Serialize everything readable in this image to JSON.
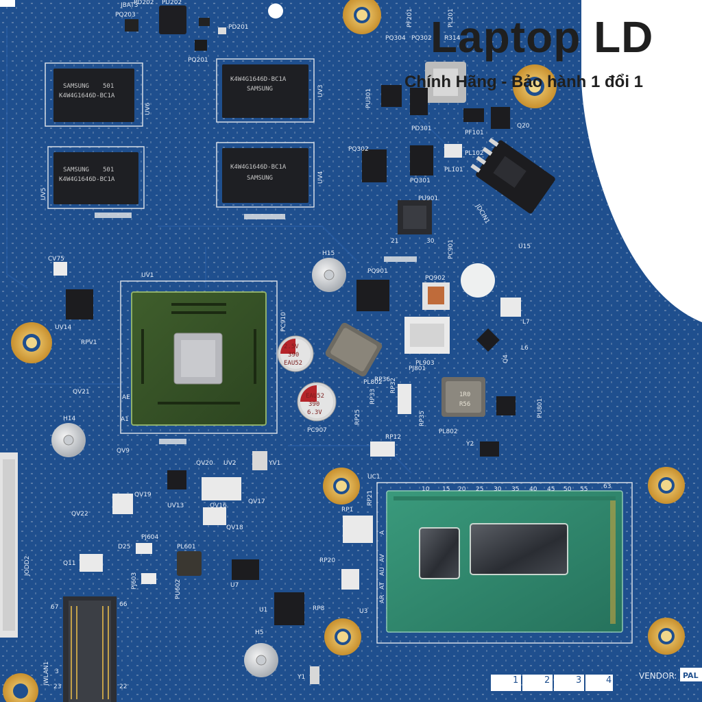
{
  "watermark": {
    "title": "Laptop LD",
    "subtitle": "Chính Hãng - Bảo hành 1 đổi 1"
  },
  "colors": {
    "pcb": "#1f4f8e",
    "pcb_dark": "#173f75",
    "gold": "#d9a441",
    "cpu_green": "#2f8a70",
    "gpu_green": "#3d5a2a",
    "white_bg": "#ffffff"
  },
  "silkscreen": {
    "pd202": "PD202",
    "jbat3": "JBAT3",
    "pu202": "PU202",
    "pd201": "PD201",
    "pq203": "PQ203",
    "pq201": "PQ201",
    "uv6": "UV6",
    "uv3": "UV3",
    "uv5": "UV5",
    "uv4": "UV4",
    "pq304": "PQ304",
    "pq302": "PQ302",
    "pq301": "PQ301",
    "pu301": "PU301",
    "pd301": "PD301",
    "pf201": "PF201",
    "pl201": "PL201",
    "pr314": "R314",
    "pf101": "PF101",
    "pl102": "PL102",
    "pl101": "PL101",
    "q20": "Q20",
    "jdcin1": "JDCIN1",
    "pu901": "PU901",
    "pu901_pin21": "21",
    "pu901_pin30": "30",
    "pq901": "PQ901",
    "pq902": "PQ902",
    "pc901": "PC901",
    "u15": "U15",
    "l7": "L7",
    "l6": "L6",
    "q4": "Q4",
    "h15": "H15",
    "cv75": "CV75",
    "uv1": "UV1",
    "uv14": "UV14",
    "rpv1": "RPV1",
    "qv21": "QV21",
    "h14": "H14",
    "qv9": "QV9",
    "gpu_ae": "AE",
    "gpu_a1": "A1",
    "pc910": "PC910",
    "pc907": "PC907",
    "pl802": "PL802",
    "pl903": "PL903",
    "pj801": "PJ801",
    "rp36": "RP36",
    "rp33": "RP33",
    "rp32": "RP32",
    "rp35": "RP35",
    "rp25": "RP25",
    "rp12": "RP12",
    "pl802b": "PL802",
    "pu801": "PU801",
    "y2": "Y2",
    "qv20": "QV20",
    "uv2": "UV2",
    "yv1": "YV1",
    "qv19": "QV19",
    "uv13": "UV13",
    "qv16": "QV16",
    "qv17": "QV17",
    "qv18": "QV18",
    "qv22": "QV22",
    "d25": "D25",
    "pj604": "PJ604",
    "pl601": "PL601",
    "q11": "Q11",
    "pj603": "PJ603",
    "pu602": "PU602",
    "u7": "U7",
    "u1": "U1",
    "h5": "H5",
    "y1": "Y1",
    "rp8": "RP8",
    "u3": "U3",
    "rp20": "RP20",
    "rp1": "RP1",
    "rp21": "RP21",
    "uc1": "UC1",
    "jodd2": "JODD2",
    "jwlan1": "JWLAN1",
    "pin67": "67",
    "pin66": "66",
    "pin3": "3",
    "pin23": "23",
    "pin22": "22",
    "vendor": "VENDOR:",
    "vendor_box": "PAL",
    "cpu_cols": [
      "10",
      "15",
      "20",
      "25",
      "30",
      "35",
      "40",
      "45",
      "50",
      "55"
    ],
    "cpu_63": "63",
    "cpu_row_a": "A",
    "cpu_rows": [
      "AV",
      "AU",
      "AT",
      "AR"
    ],
    "tab_1": "1",
    "tab_2": "2",
    "tab_3": "3",
    "tab_4": "4"
  },
  "chips": {
    "ram_maker": "SAMSUNG",
    "ram_code": "501",
    "ram_part": "K4W4G1646D-BC1A",
    "cap1_val": "2.5V",
    "cap1_code": "390",
    "cap1_brand": "EAU52",
    "cap2_val": "6.3V",
    "cap2_code": "390",
    "cap2_brand": "EAU52",
    "ind_code": "1R0",
    "ind2_code": "R56"
  }
}
